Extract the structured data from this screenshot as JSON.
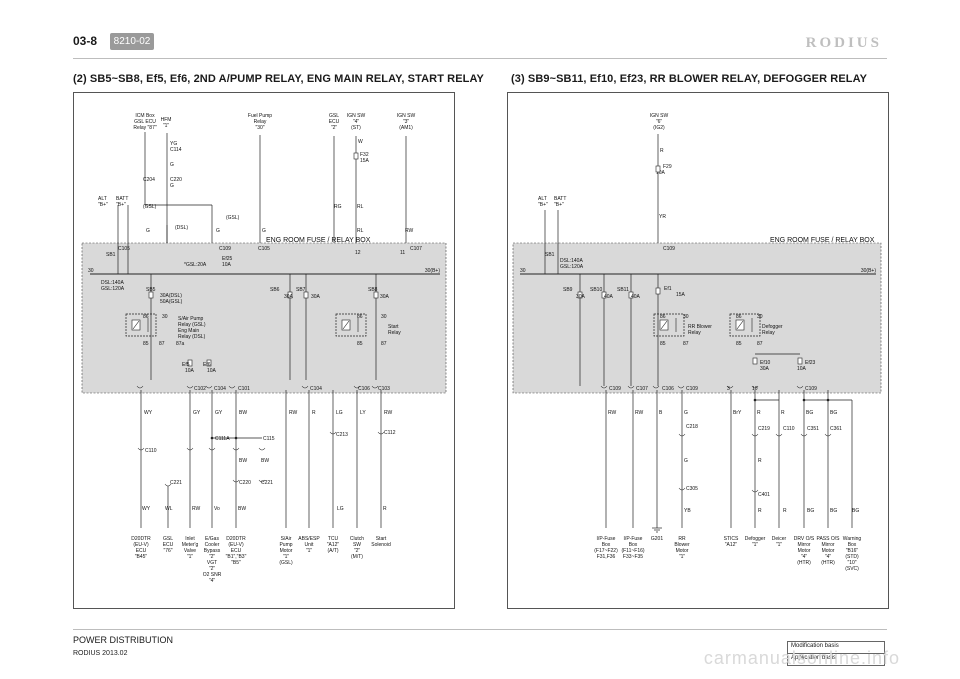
{
  "header": {
    "page": "03-8",
    "code": "8210-02",
    "brand": "RODIUS"
  },
  "footer": {
    "title": "POWER DISTRIBUTION",
    "sub": "RODIUS 2013.02",
    "basis": [
      "Modification basis",
      "Application basis"
    ],
    "watermark": "carmanualsonline.info"
  },
  "left": {
    "title": "(2) SB5~SB8, Ef5, Ef6, 2ND A/PUMP RELAY, ENG MAIN RELAY, START RELAY",
    "top_sources": [
      {
        "text": "ICM Box"
      },
      {
        "text": "GSL ECU"
      },
      {
        "text": "Relay \"87\""
      },
      {
        "text": "HFM"
      },
      {
        "text": "\"1\""
      },
      {
        "text": "Fuel Pump"
      },
      {
        "text": "Relay"
      },
      {
        "text": "\"30\""
      },
      {
        "text": "GSL"
      },
      {
        "text": "ECU"
      },
      {
        "text": "\"2\""
      },
      {
        "text": "IGN SW"
      },
      {
        "text": "\"4\""
      },
      {
        "text": "(ST)"
      },
      {
        "text": "IGN SW"
      },
      {
        "text": "\"3\""
      },
      {
        "text": "(AM1)"
      }
    ],
    "top_labels": [
      "YG",
      "C114",
      "G",
      "C204",
      "C220",
      "G",
      "(GSL)",
      "W",
      "F32",
      "15A",
      "ALT",
      "\"B+\"",
      "BATT",
      "\"B+\"",
      "(DSL)",
      "(GSL)",
      "G",
      "G",
      "G",
      "RG",
      "RL",
      "RL",
      "RW"
    ],
    "box_title": "ENG ROOM FUSE / RELAY BOX",
    "box_labels": [
      "SB1",
      "C105",
      "C109",
      "C105",
      "12",
      "11",
      "C107",
      "Ef25",
      "10A",
      "*GSL:20A",
      "30",
      "30(B+)",
      "DSL:140A",
      "GSL:120A",
      "SB5",
      "30A(DSL)",
      "50A(GSL)",
      "SB6",
      "30A",
      "SB7",
      "30A",
      "SB8",
      "30A",
      "86",
      "30",
      "S/Air Pump",
      "Relay (GSL)",
      "Eng Main",
      "Relay (DSL)",
      "85",
      "87",
      "87a",
      "86",
      "30",
      "Start",
      "Relay",
      "85",
      "87",
      "Ef5",
      "10A",
      "Ef6",
      "10A",
      "C102",
      "C104",
      "C101",
      "C104",
      "C106",
      "C103"
    ],
    "wire_labels": [
      "WY",
      "GY",
      "GY",
      "BW",
      "RW",
      "R",
      "LG",
      "LY",
      "RW",
      "C110",
      "C111A",
      "C115",
      "C213",
      "C112",
      "BW",
      "BW",
      "C220",
      "C221",
      "C221",
      "WY",
      "WL",
      "RW",
      "Vo",
      "BW",
      "LG",
      "R"
    ],
    "bottom": [
      {
        "lines": [
          "D20DTR",
          "(EU-V)",
          "ECU",
          "\"B45\""
        ]
      },
      {
        "lines": [
          "GSL",
          "ECU",
          "\"76\""
        ]
      },
      {
        "lines": [
          "Inlet",
          "Meter'g",
          "Valve",
          "\"1\""
        ]
      },
      {
        "lines": [
          "E/Gas",
          "Cooler",
          "Bypass",
          "\"2\"",
          "VGT",
          "\"2\"",
          "O2 SNR",
          "\"4\""
        ]
      },
      {
        "lines": [
          "D20DTR",
          "(EU-V)",
          "ECU",
          "\"B1\",\"B3\"",
          "\"B5\""
        ]
      },
      {
        "lines": [
          "S/Air",
          "Pump",
          "Motor",
          "\"1\"",
          "(GSL)"
        ]
      },
      {
        "lines": [
          "ABS/ESP",
          "Unit",
          "\"1\""
        ]
      },
      {
        "lines": [
          "TCU",
          "\"A12\"",
          "(A/T)"
        ]
      },
      {
        "lines": [
          "Clutch",
          "SW",
          "\"2\"",
          "(M/T)"
        ]
      },
      {
        "lines": [
          "Start",
          "Solenoid"
        ]
      }
    ]
  },
  "right": {
    "title": "(3) SB9~SB11, Ef10, Ef23, RR BLOWER RELAY, DEFOGGER RELAY",
    "top_labels": [
      "IGN SW",
      "\"6\"",
      "(IG2)",
      "R",
      "F29",
      "10A",
      "YR",
      "ALT",
      "\"B+\"",
      "BATT",
      "\"B+\""
    ],
    "box_title": "ENG ROOM FUSE / RELAY BOX",
    "box_labels": [
      "SB1",
      "DSL:140A",
      "GSL:120A",
      "C109",
      "30",
      "30(B+)",
      "SB9",
      "30A",
      "SB10",
      "40A",
      "SB11",
      "40A",
      "Ef1",
      "15A",
      "86",
      "30",
      "RR Blower",
      "Relay",
      "85",
      "87",
      "86",
      "30",
      "Defogger",
      "Relay",
      "85",
      "87",
      "Ef10",
      "30A",
      "Ef23",
      "10A",
      "C109",
      "C107",
      "C106",
      "C109",
      "3",
      "10",
      "C109"
    ],
    "wire_labels": [
      "RW",
      "RW",
      "B",
      "G",
      "BrY",
      "R",
      "R",
      "BG",
      "BG",
      "C218",
      "C219",
      "C110",
      "C351",
      "C361",
      "G",
      "R",
      "C305",
      "C401",
      "YB",
      "R",
      "R",
      "BG",
      "BG",
      "BG"
    ],
    "bottom": [
      {
        "lines": [
          "I/P-Fuse",
          "Box",
          "(F17~F22)",
          "F31,F36"
        ]
      },
      {
        "lines": [
          "I/P-Fuse",
          "Box",
          "(F11~F16)",
          "F33~F35"
        ]
      },
      {
        "lines": [
          "G201"
        ]
      },
      {
        "lines": [
          "RR",
          "Blower",
          "Motor",
          "\"1\""
        ]
      },
      {
        "lines": [
          "STICS",
          "\"A12\""
        ]
      },
      {
        "lines": [
          "Defogger",
          "\"1\""
        ]
      },
      {
        "lines": [
          "Deicer",
          "\"1\""
        ]
      },
      {
        "lines": [
          "DRV O/S",
          "Mirror",
          "Motor",
          "\"4\"",
          "(HTR)"
        ]
      },
      {
        "lines": [
          "PASS O/S",
          "Mirror",
          "Motor",
          "\"4\"",
          "(HTR)"
        ]
      },
      {
        "lines": [
          "Warning",
          "Box",
          "\"B16\"",
          "(STD)",
          "\"10\"",
          "(SVC)"
        ]
      }
    ]
  }
}
